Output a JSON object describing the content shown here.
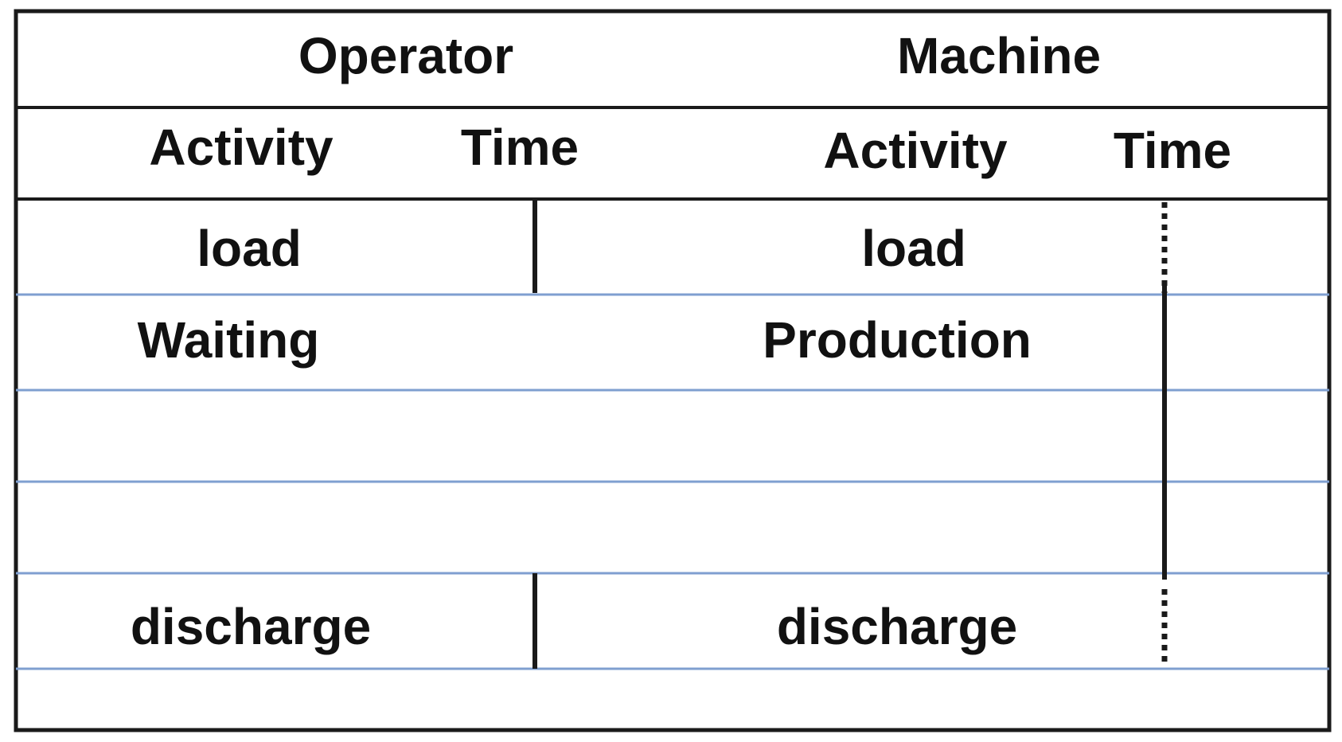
{
  "table": {
    "groups": {
      "operator": "Operator",
      "machine": "Machine"
    },
    "columns": {
      "operator_activity": "Activity",
      "operator_time": "Time",
      "machine_activity": "Activity",
      "machine_time": "Time"
    },
    "rows": [
      {
        "operator": "load",
        "machine": "load"
      },
      {
        "operator": "Waiting",
        "machine": "Production"
      },
      {
        "operator": "",
        "machine": ""
      },
      {
        "operator": "",
        "machine": ""
      },
      {
        "operator": "discharge",
        "machine": "discharge"
      },
      {
        "operator": "",
        "machine": ""
      }
    ]
  },
  "colors": {
    "border": "#1a1a1a",
    "row_line": "#7f9fd0",
    "text": "#111111"
  }
}
